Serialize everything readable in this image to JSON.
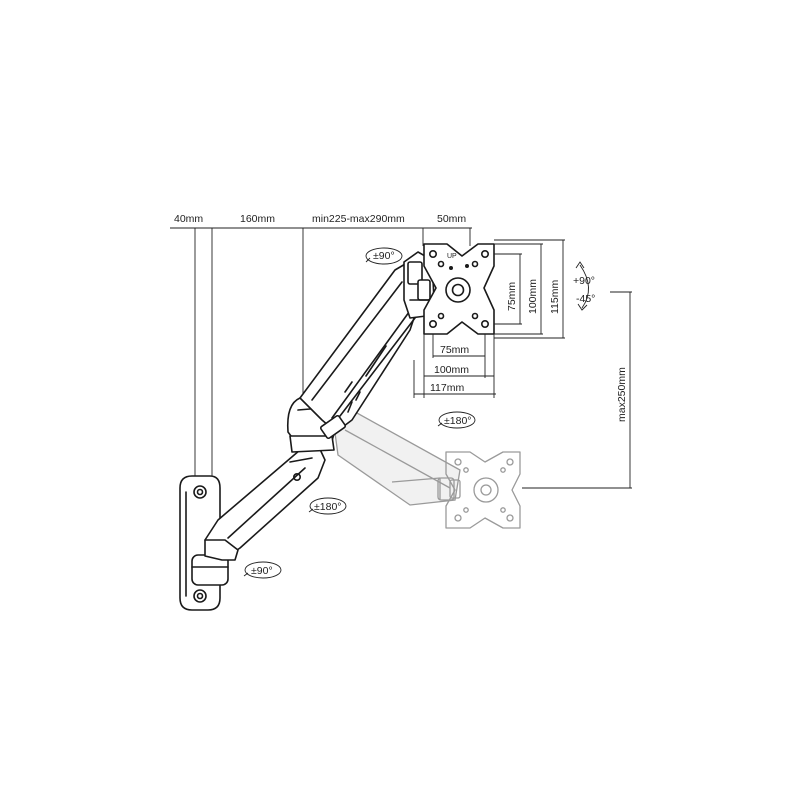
{
  "dimensions": {
    "top": [
      "40mm",
      "160mm",
      "min225-max290mm",
      "50mm"
    ],
    "vesa_width_small": "75mm",
    "vesa_width_large": "100mm",
    "plate_width": "117mm",
    "vesa_height_small": "75mm",
    "vesa_height_large": "100mm",
    "plate_height": "115mm",
    "height_adjust": "max250mm"
  },
  "angles": {
    "tilt_up": "+90°",
    "tilt_down": "-45°",
    "head_swivel": "±90°",
    "head_rotate": "±180°",
    "arm_swivel": "±180°",
    "base_swivel": "±90°"
  },
  "plate_mark": "UP"
}
